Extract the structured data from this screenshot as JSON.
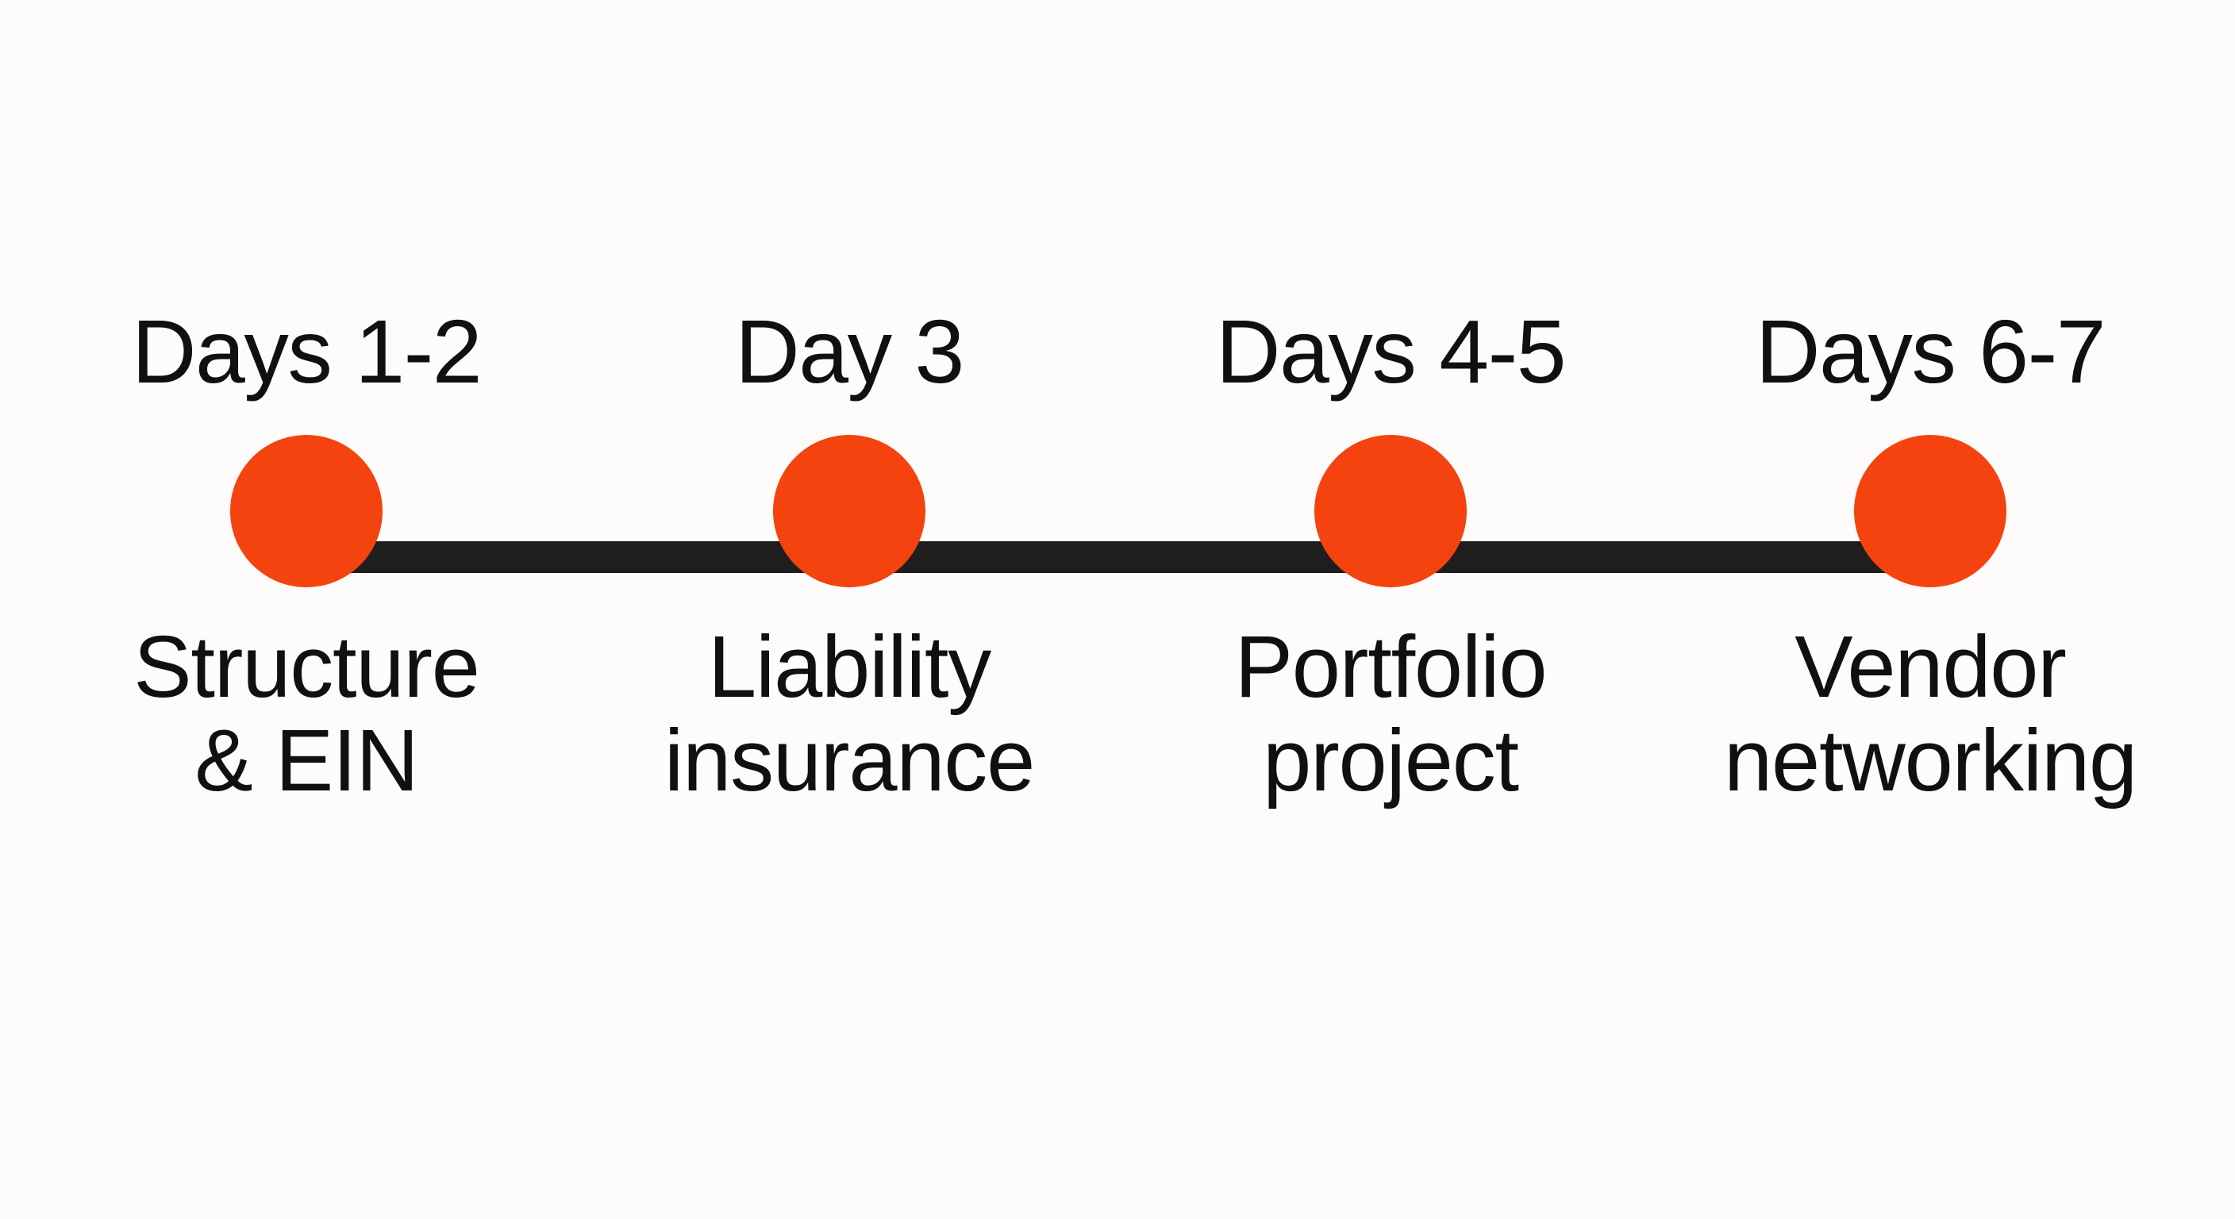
{
  "figure": {
    "type": "horizontal-timeline",
    "background_color": "#FDFCFA",
    "accent_color": "#F4430F",
    "line_color": "#1E1E1E",
    "text_color": "#101010",
    "node_count": 4
  },
  "timeline": {
    "nodes": [
      {
        "period": "Days 1-2",
        "label": "Structure\n& EIN",
        "label_lines": [
          "Structure",
          "& EIN"
        ],
        "marker": "orange-dot"
      },
      {
        "period": "Day 3",
        "label": "Liability\ninsurance",
        "label_lines": [
          "Liability",
          "insurance"
        ],
        "marker": "orange-dot"
      },
      {
        "period": "Days 4-5",
        "label": "Portfolio\nproject",
        "label_lines": [
          "Portfolio",
          "project"
        ],
        "marker": "orange-dot"
      },
      {
        "period": "Days 6-7",
        "label": "Vendor\nnetworking",
        "label_lines": [
          "Vendor",
          "networking"
        ],
        "marker": "orange-dot"
      }
    ]
  }
}
